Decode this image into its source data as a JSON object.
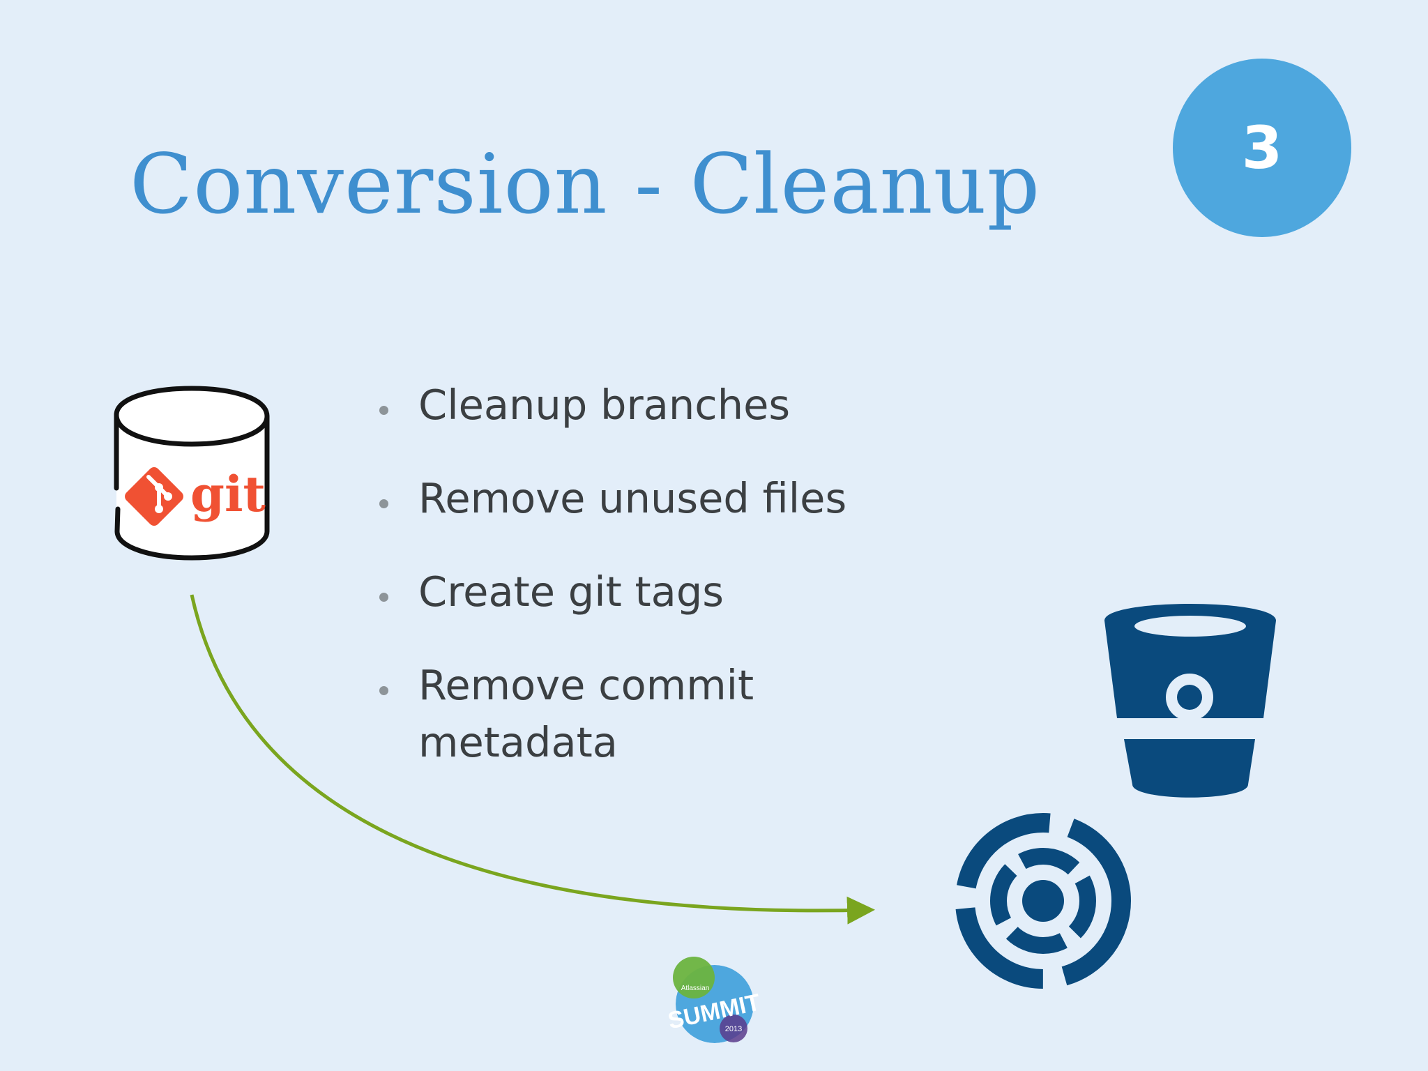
{
  "slide": {
    "title": "Conversion - Cleanup",
    "step_number": "3",
    "bullets": [
      "Cleanup branches",
      "Remove unused files",
      "Create git tags",
      "Remove commit metadata"
    ],
    "git_logo_text": "git",
    "footer_logo": {
      "line1": "Atlassian",
      "line2": "SUMMIT",
      "line3": "2013"
    }
  },
  "colors": {
    "background": "#e3eef9",
    "title": "#3f8fcf",
    "badge": "#4ea7de",
    "git_orange": "#f05133",
    "arrow_green": "#7aa51f",
    "atlassian_navy": "#0a4a7d"
  },
  "icons": [
    "git-repository-icon",
    "bitbucket-icon",
    "stash-icon",
    "atlassian-summit-logo"
  ]
}
